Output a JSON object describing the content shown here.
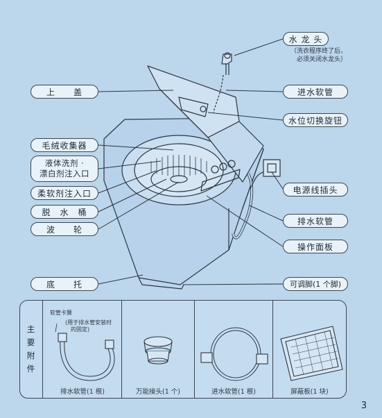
{
  "callouts": {
    "faucet": "水 龙 头",
    "faucet_note_1": "（洗衣程序终了后，",
    "faucet_note_2": "必须关闭水龙头）",
    "inlet_hose": "进水软管",
    "water_level_knob": "水位切换旋钮",
    "power_plug": "电源线插头",
    "drain_hose": "排水软管",
    "control_panel": "操作面板",
    "adjustable_foot": "可调脚(1 个脚)",
    "top_lid": "上　　盖",
    "lint_collector": "毛绒收集器",
    "detergent_inlet_1": "液体洗剂 ·",
    "detergent_inlet_2": "漂白剂注入口",
    "softener_inlet": "柔软剂注入口",
    "spin_tub": "脱　水　桶",
    "pulsator": "波　　轮",
    "base": "底　　托"
  },
  "accessories": {
    "section_title": [
      "主",
      "要",
      "附",
      "件"
    ],
    "clip_label": "软管卡簧",
    "clip_note_1": "(用于排水管安装时",
    "clip_note_2": "的固定)",
    "items": [
      {
        "caption": "排水软管(1 根)"
      },
      {
        "caption": "万能接头(1 个)"
      },
      {
        "caption": "进水软管(1 根)"
      },
      {
        "caption": "屏蔽板(1 块)"
      }
    ]
  },
  "page_number": "3",
  "colors": {
    "background": "#bcd6ec",
    "label_fill": "#e9f2f9",
    "line": "#3a4650"
  }
}
